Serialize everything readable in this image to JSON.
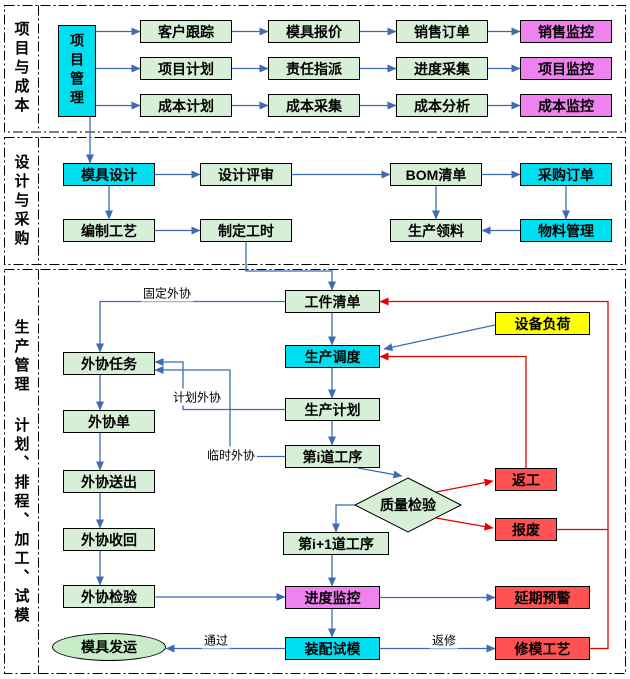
{
  "sections": {
    "project_cost": "项目与成本",
    "design_purchase": "设计与采购",
    "production": {
      "title": "生产管理",
      "subtitle": "计划、排程、加工、试模"
    }
  },
  "nodes": {
    "project_mgmt": "项目管理",
    "customer_tracking": "客户跟踪",
    "mold_quote": "模具报价",
    "sales_order": "销售订单",
    "sales_monitor": "销售监控",
    "project_plan": "项目计划",
    "responsibility_assign": "责任指派",
    "progress_collect": "进度采集",
    "project_monitor": "项目监控",
    "cost_plan": "成本计划",
    "cost_collect": "成本采集",
    "cost_analysis": "成本分析",
    "cost_monitor": "成本监控",
    "mold_design": "模具设计",
    "design_review": "设计评审",
    "bom_list": "BOM清单",
    "purchase_order": "采购订单",
    "process_design": "编制工艺",
    "work_hours": "制定工时",
    "material_issue": "生产领料",
    "material_mgmt": "物料管理",
    "workpiece_list": "工件清单",
    "equipment_load": "设备负荷",
    "scheduling": "生产调度",
    "outsourcing_task": "外协任务",
    "production_plan": "生产计划",
    "outsourcing_order": "外协单",
    "process_i": "第i道工序",
    "outsourcing_send": "外协送出",
    "quality_check": "质量检验",
    "rework": "返工",
    "scrap": "报废",
    "process_i_plus_1": "第i+1道工序",
    "outsourcing_return": "外协收回",
    "outsourcing_inspect": "外协检验",
    "progress_monitor": "进度监控",
    "delay_warning": "延期预警",
    "mold_shipping": "模具发运",
    "assembly_trial": "装配试模",
    "mold_repair": "修模工艺"
  },
  "edge_labels": {
    "fixed_outsourcing": "固定外协",
    "planned_outsourcing": "计划外协",
    "temporary_outsourcing": "临时外协",
    "pass": "通过",
    "return_repair": "返修"
  },
  "colors": {
    "process_green": "#d7efd7",
    "highlight_cyan": "#00dfef",
    "monitor_violet": "#ee82ee",
    "alert_red": "#ff5252",
    "load_yellow": "#ffff00",
    "connector_blue": "#3f6bb5",
    "connector_red": "#e60000"
  }
}
